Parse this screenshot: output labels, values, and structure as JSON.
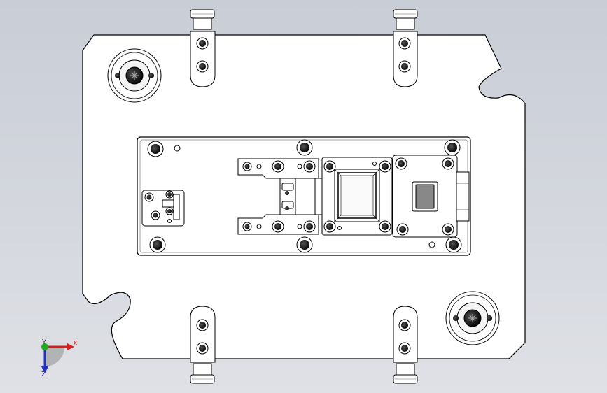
{
  "viewport": {
    "background_top": "#c9cdd6",
    "background_bottom": "#dfe1e6",
    "model_fill": "#ffffff",
    "edge_color": "#000000",
    "hole_fill": "#111111",
    "window_fill": "#888888"
  },
  "triad": {
    "x_label": "X",
    "y_label": "Y",
    "z_label": "Z",
    "x_color": "#d42020",
    "y_color": "#22aa22",
    "z_color": "#2030c8"
  }
}
